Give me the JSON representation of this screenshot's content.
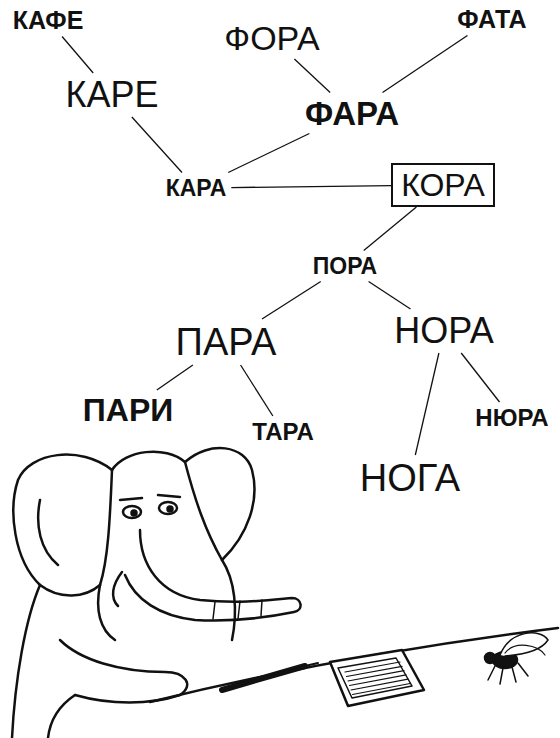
{
  "diagram": {
    "nodes": [
      {
        "text": [
          "КАФЕ"
        ]
      },
      {
        "text": [
          "ФОРА"
        ]
      },
      {
        "text": [
          "ФАТА"
        ]
      },
      {
        "text": [
          "КАРЕ"
        ]
      },
      {
        "text": [
          "ФАРА"
        ]
      },
      {
        "text": [
          "КАРА"
        ]
      },
      {
        "text": [
          "КОРА"
        ]
      },
      {
        "text": [
          "ПОРА"
        ]
      },
      {
        "text": [
          "ПАРА"
        ]
      },
      {
        "text": [
          "НОРА"
        ]
      },
      {
        "text": [
          "ПАРИ"
        ]
      },
      {
        "text": [
          "ТАРА"
        ]
      },
      {
        "text": [
          "НЮРА"
        ]
      },
      {
        "text": [
          "НОГА"
        ]
      }
    ],
    "edges": [
      {
        "from": 0,
        "to": 3,
        "arrow": "none"
      },
      {
        "from": 1,
        "to": 4,
        "arrow": "none"
      },
      {
        "from": 2,
        "to": 4,
        "arrow": "none"
      },
      {
        "from": 3,
        "to": 5,
        "arrow": "none"
      },
      {
        "from": 4,
        "to": 5,
        "arrow": "none"
      },
      {
        "from": 5,
        "to": 6,
        "arrow": "none"
      },
      {
        "from": 6,
        "to": 7,
        "arrow": "none"
      },
      {
        "from": 7,
        "to": 8,
        "arrow": "none"
      },
      {
        "from": 7,
        "to": 9,
        "arrow": "none"
      },
      {
        "from": 8,
        "to": 10,
        "arrow": "none"
      },
      {
        "from": 8,
        "to": 11,
        "arrow": "none"
      },
      {
        "from": 9,
        "to": 13,
        "arrow": "none"
      },
      {
        "from": 9,
        "to": 12,
        "arrow": "none"
      }
    ]
  }
}
